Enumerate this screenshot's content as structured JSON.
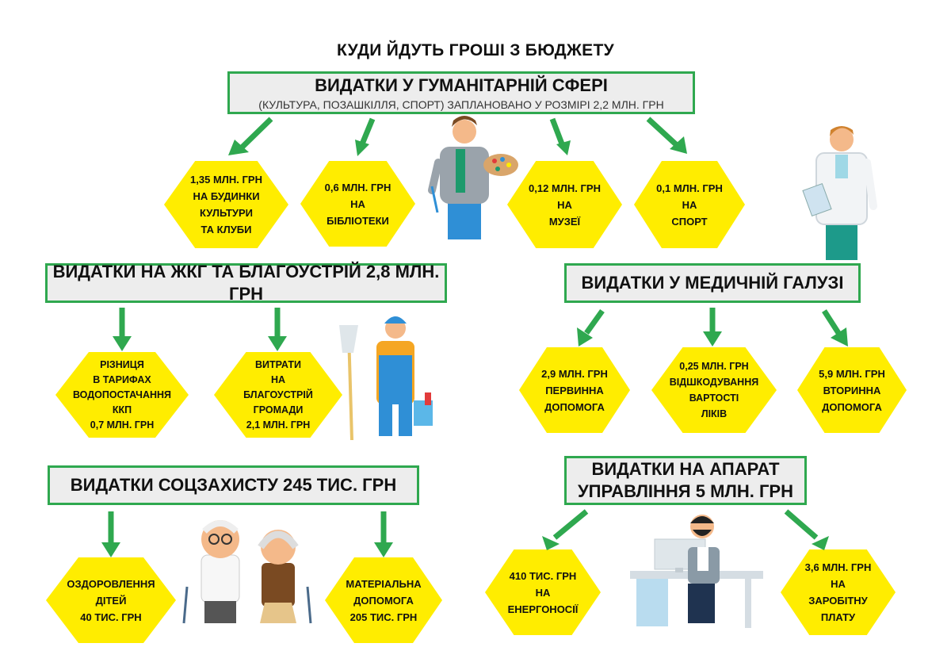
{
  "title": "КУДИ ЙДУТЬ ГРОШІ З БЮДЖЕТУ",
  "colors": {
    "accent_green": "#2fa84f",
    "hex_yellow": "#ffed00",
    "box_gray": "#ededed"
  },
  "humanitarian": {
    "heading": "ВИДАТКИ У ГУМАНІТАРНІЙ СФЕРІ",
    "subheading": "(КУЛЬТУРА, ПОЗАШКІЛЛЯ, СПОРТ) ЗАПЛАНОВАНО У РОЗМІРІ 2,2 МЛН. ГРН",
    "items": [
      {
        "lines": [
          "1,35 МЛН. ГРН",
          "НА БУДИНКИ",
          "КУЛЬТУРИ",
          "ТА КЛУБИ"
        ]
      },
      {
        "lines": [
          "0,6 МЛН. ГРН",
          "НА",
          "БІБЛІОТЕКИ"
        ]
      },
      {
        "lines": [
          "0,12 МЛН. ГРН",
          "НА",
          "МУЗЕЇ"
        ]
      },
      {
        "lines": [
          "0,1 МЛН. ГРН",
          "НА",
          "СПОРТ"
        ]
      }
    ]
  },
  "housing": {
    "heading": "ВИДАТКИ НА ЖКГ ТА БЛАГОУСТРІЙ 2,8 МЛН. ГРН",
    "items": [
      {
        "lines": [
          "РІЗНИЦЯ",
          "В ТАРИФАХ",
          "ВОДОПОСТАЧАННЯ",
          "ККП",
          "0,7 МЛН. ГРН"
        ]
      },
      {
        "lines": [
          "ВИТРАТИ",
          "НА",
          "БЛАГОУСТРІЙ",
          "ГРОМАДИ",
          "2,1 МЛН. ГРН"
        ]
      }
    ]
  },
  "medical": {
    "heading": "ВИДАТКИ У МЕДИЧНІЙ ГАЛУЗІ",
    "items": [
      {
        "lines": [
          "2,9 МЛН. ГРН",
          "ПЕРВИННА",
          "ДОПОМОГА"
        ]
      },
      {
        "lines": [
          "0,25 МЛН. ГРН",
          "ВІДШКОДУВАННЯ",
          "ВАРТОСТІ",
          "ЛІКІВ"
        ]
      },
      {
        "lines": [
          "5,9 МЛН. ГРН",
          "ВТОРИННА",
          "ДОПОМОГА"
        ]
      }
    ]
  },
  "social": {
    "heading": "ВИДАТКИ СОЦЗАХИСТУ 245 ТИС. ГРН",
    "items": [
      {
        "lines": [
          "ОЗДОРОВЛЕННЯ",
          "ДІТЕЙ",
          "40 ТИС. ГРН"
        ]
      },
      {
        "lines": [
          "МАТЕРІАЛЬНА",
          "ДОПОМОГА",
          "205 ТИС. ГРН"
        ]
      }
    ]
  },
  "administration": {
    "heading_line1": "ВИДАТКИ НА АПАРАТ",
    "heading_line2": "УПРАВЛІННЯ 5 МЛН. ГРН",
    "items": [
      {
        "lines": [
          "410 ТИС. ГРН",
          "НА",
          "ЕНЕРГОНОСІЇ"
        ]
      },
      {
        "lines": [
          "3,6 МЛН. ГРН",
          "НА",
          "ЗАРОБІТНУ",
          "ПЛАТУ"
        ]
      }
    ]
  },
  "illustrations": [
    "artist-icon",
    "doctor-icon",
    "janitor-icon",
    "seniors-icon",
    "office-worker-icon"
  ]
}
